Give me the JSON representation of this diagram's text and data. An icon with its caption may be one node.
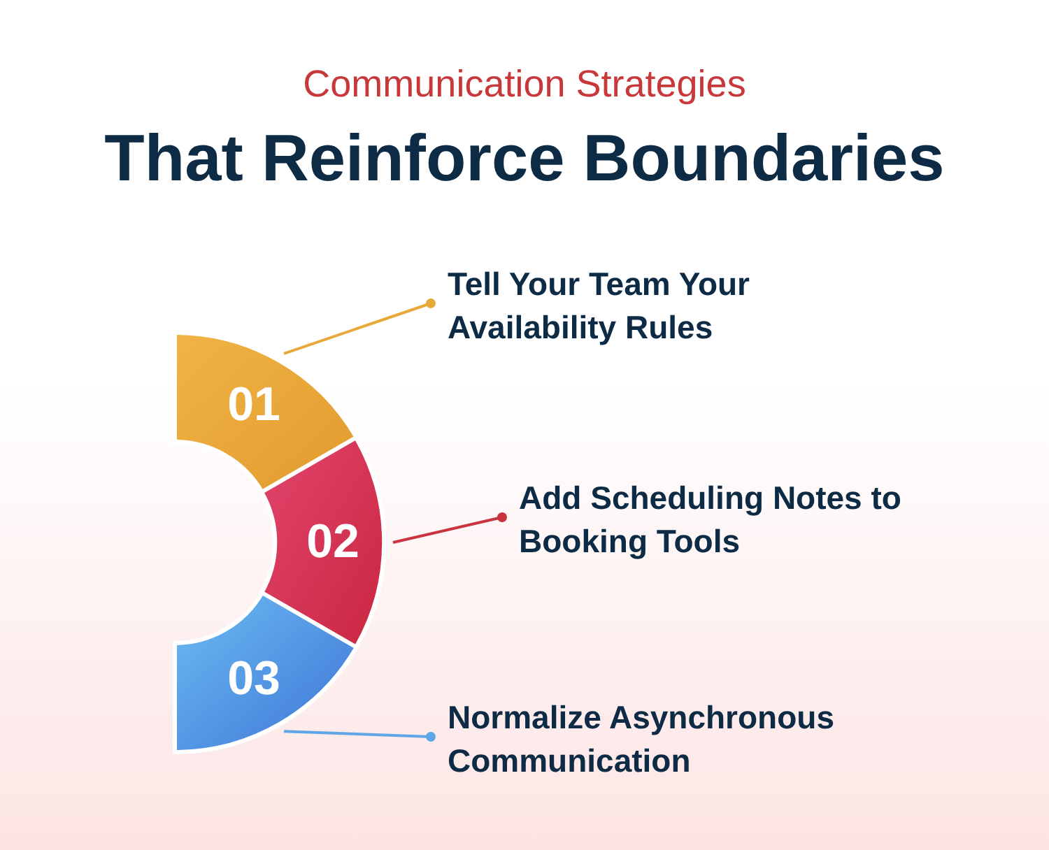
{
  "diagram": {
    "title": "That Reinforce Boundaries",
    "nodes": [
      {
        "text": [
          "01"
        ]
      },
      {
        "text": [
          "02"
        ]
      },
      {
        "text": [
          "03"
        ]
      },
      {
        "text": [
          "Tell Your Team Your Availability Rules"
        ]
      },
      {
        "text": [
          "Add Scheduling Notes to Booking Tools"
        ]
      },
      {
        "text": [
          "Normalize Asynchronous Communication"
        ]
      }
    ],
    "edges": [
      {
        "from": 0,
        "to": 3,
        "arrow": "other",
        "color": "#e8a93a"
      },
      {
        "from": 1,
        "to": 4,
        "arrow": "other",
        "color": "#c9343f"
      },
      {
        "from": 2,
        "to": 5,
        "arrow": "other",
        "color": "#5fa6e6"
      }
    ],
    "labels": [
      "Communication Strategies"
    ]
  }
}
